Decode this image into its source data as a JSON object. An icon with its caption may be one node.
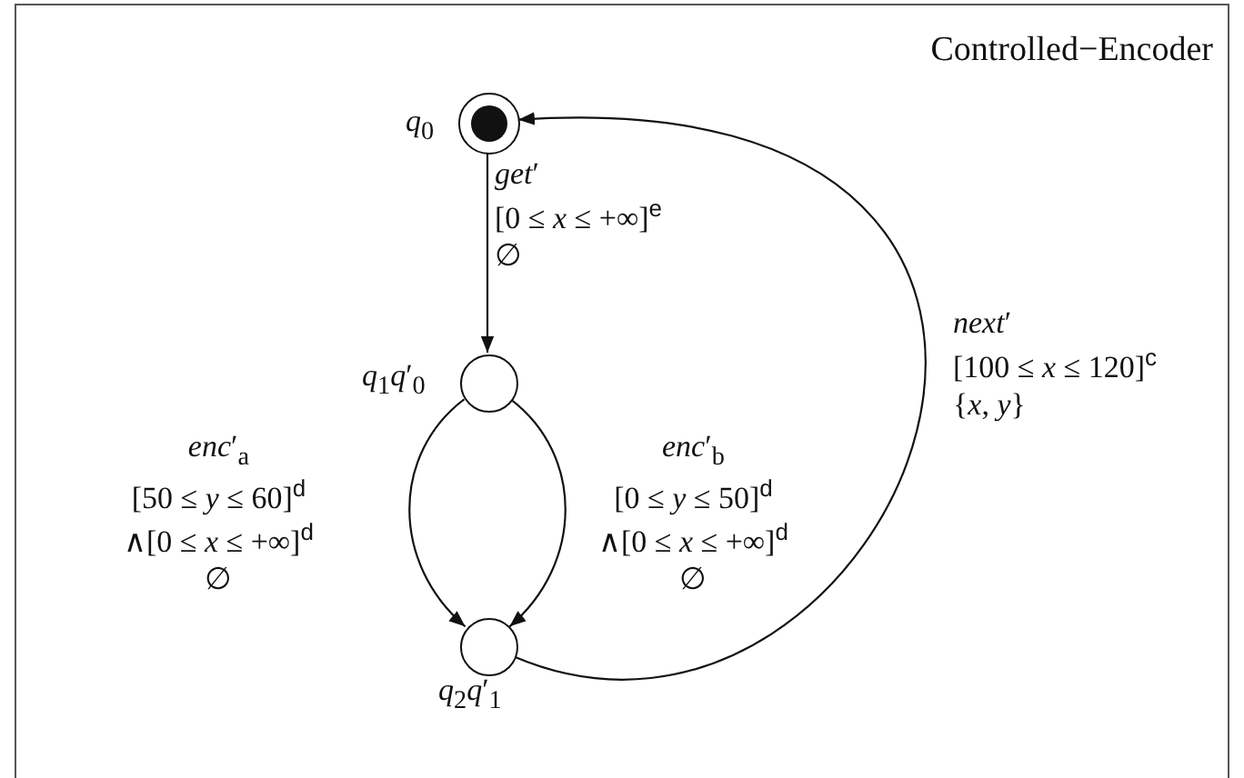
{
  "diagram": {
    "nodes": [
      {
        "text": [
          "Controlled−Encoder"
        ]
      },
      {
        "text": [],
        "shape": "circle",
        "in": 0,
        "beside": [
          "*q*$_{0}$"
        ]
      },
      {
        "text": [],
        "shape": "circle",
        "in": 0,
        "beside": [
          "*q*$_{1}$*q*′$_{0}$"
        ]
      },
      {
        "text": [],
        "shape": "circle",
        "in": 0,
        "beside": [
          "*q*$_{2}$*q*′$_{1}$"
        ]
      }
    ],
    "edges": [
      {
        "from": 1,
        "to": 2,
        "arrow": "to",
        "label": "*get*′ [0 ≤ *x* ≤ +∞]$^{e}$ ∅"
      },
      {
        "from": 2,
        "to": 3,
        "arrow": "to",
        "label": "*enc*′$_{a}$ [50 ≤ *y* ≤ 60]$^{d}$ ∧[0 ≤ *x* ≤ +∞]$^{d}$ ∅"
      },
      {
        "from": 2,
        "to": 3,
        "arrow": "to",
        "label": "*enc*′$_{b}$ [0 ≤ *y* ≤ 50]$^{d}$ ∧[0 ≤ *x* ≤ +∞]$^{d}$ ∅"
      },
      {
        "from": 3,
        "to": 1,
        "arrow": "to",
        "label": "*next*′ [100 ≤ *x* ≤ 120]$^{c}$ {*x*, *y*}"
      }
    ]
  }
}
